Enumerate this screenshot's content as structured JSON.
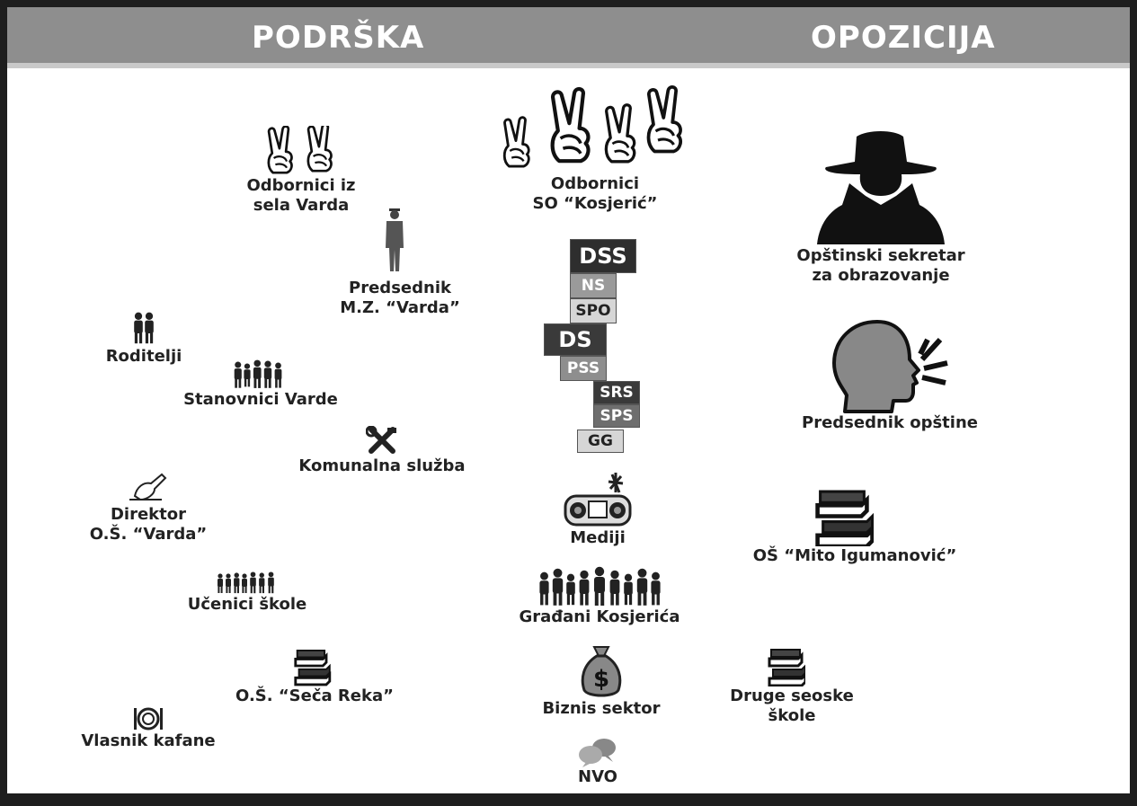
{
  "header": {
    "left": "PODRŠKA",
    "right": "OPOZICIJA"
  },
  "support": {
    "odbornici_varda": [
      "Odbornici iz",
      "sela Varda"
    ],
    "predsednik_mz": [
      "Predsednik",
      "M.Z. “Varda”"
    ],
    "roditelji": "Roditelji",
    "stanovnici": "Stanovnici Varde",
    "komunalna": "Komunalna služba",
    "direktor": [
      "Direktor",
      "O.Š. “Varda”"
    ],
    "ucenici": "Učenici škole",
    "seca_reka": "O.Š. “Seča Reka”",
    "kafana": "Vlasnik kafane"
  },
  "center": {
    "odbornici_so": [
      "Odbornici",
      "SO “Kosjerić”"
    ],
    "parties": [
      "DSS",
      "NS",
      "SPO",
      "DS",
      "PSS",
      "SRS",
      "SPS",
      "GG"
    ],
    "mediji": "Mediji",
    "gradjani": "Građani Kosjerića",
    "biznis": "Biznis sektor",
    "nvo": "NVO"
  },
  "opposition": {
    "sekretar": [
      "Opštinski sekretar",
      "za obrazovanje"
    ],
    "predsednik_opstine": "Predsednik opštine",
    "os_mito": "OŠ “Mito Igumanović”",
    "druge_skole": [
      "Druge seoske",
      "škole"
    ]
  },
  "icons": {
    "peace": "peace-hand-icon",
    "agent": "spy-icon",
    "head": "speaking-head-icon",
    "books": "books-icon",
    "couple": "couple-icon",
    "crowd": "crowd-icon",
    "tools": "tools-icon",
    "pen": "writing-hand-icon",
    "radio": "radio-icon",
    "money": "money-bag-icon",
    "chat": "chat-icon",
    "plate": "plate-icon",
    "man": "man-in-suit-icon"
  },
  "colors": {
    "header": "#8e8e8e",
    "dark_party": "#2e2e2e",
    "mid_party": "#7a7a7a",
    "light_party": "#d6d6d6"
  }
}
